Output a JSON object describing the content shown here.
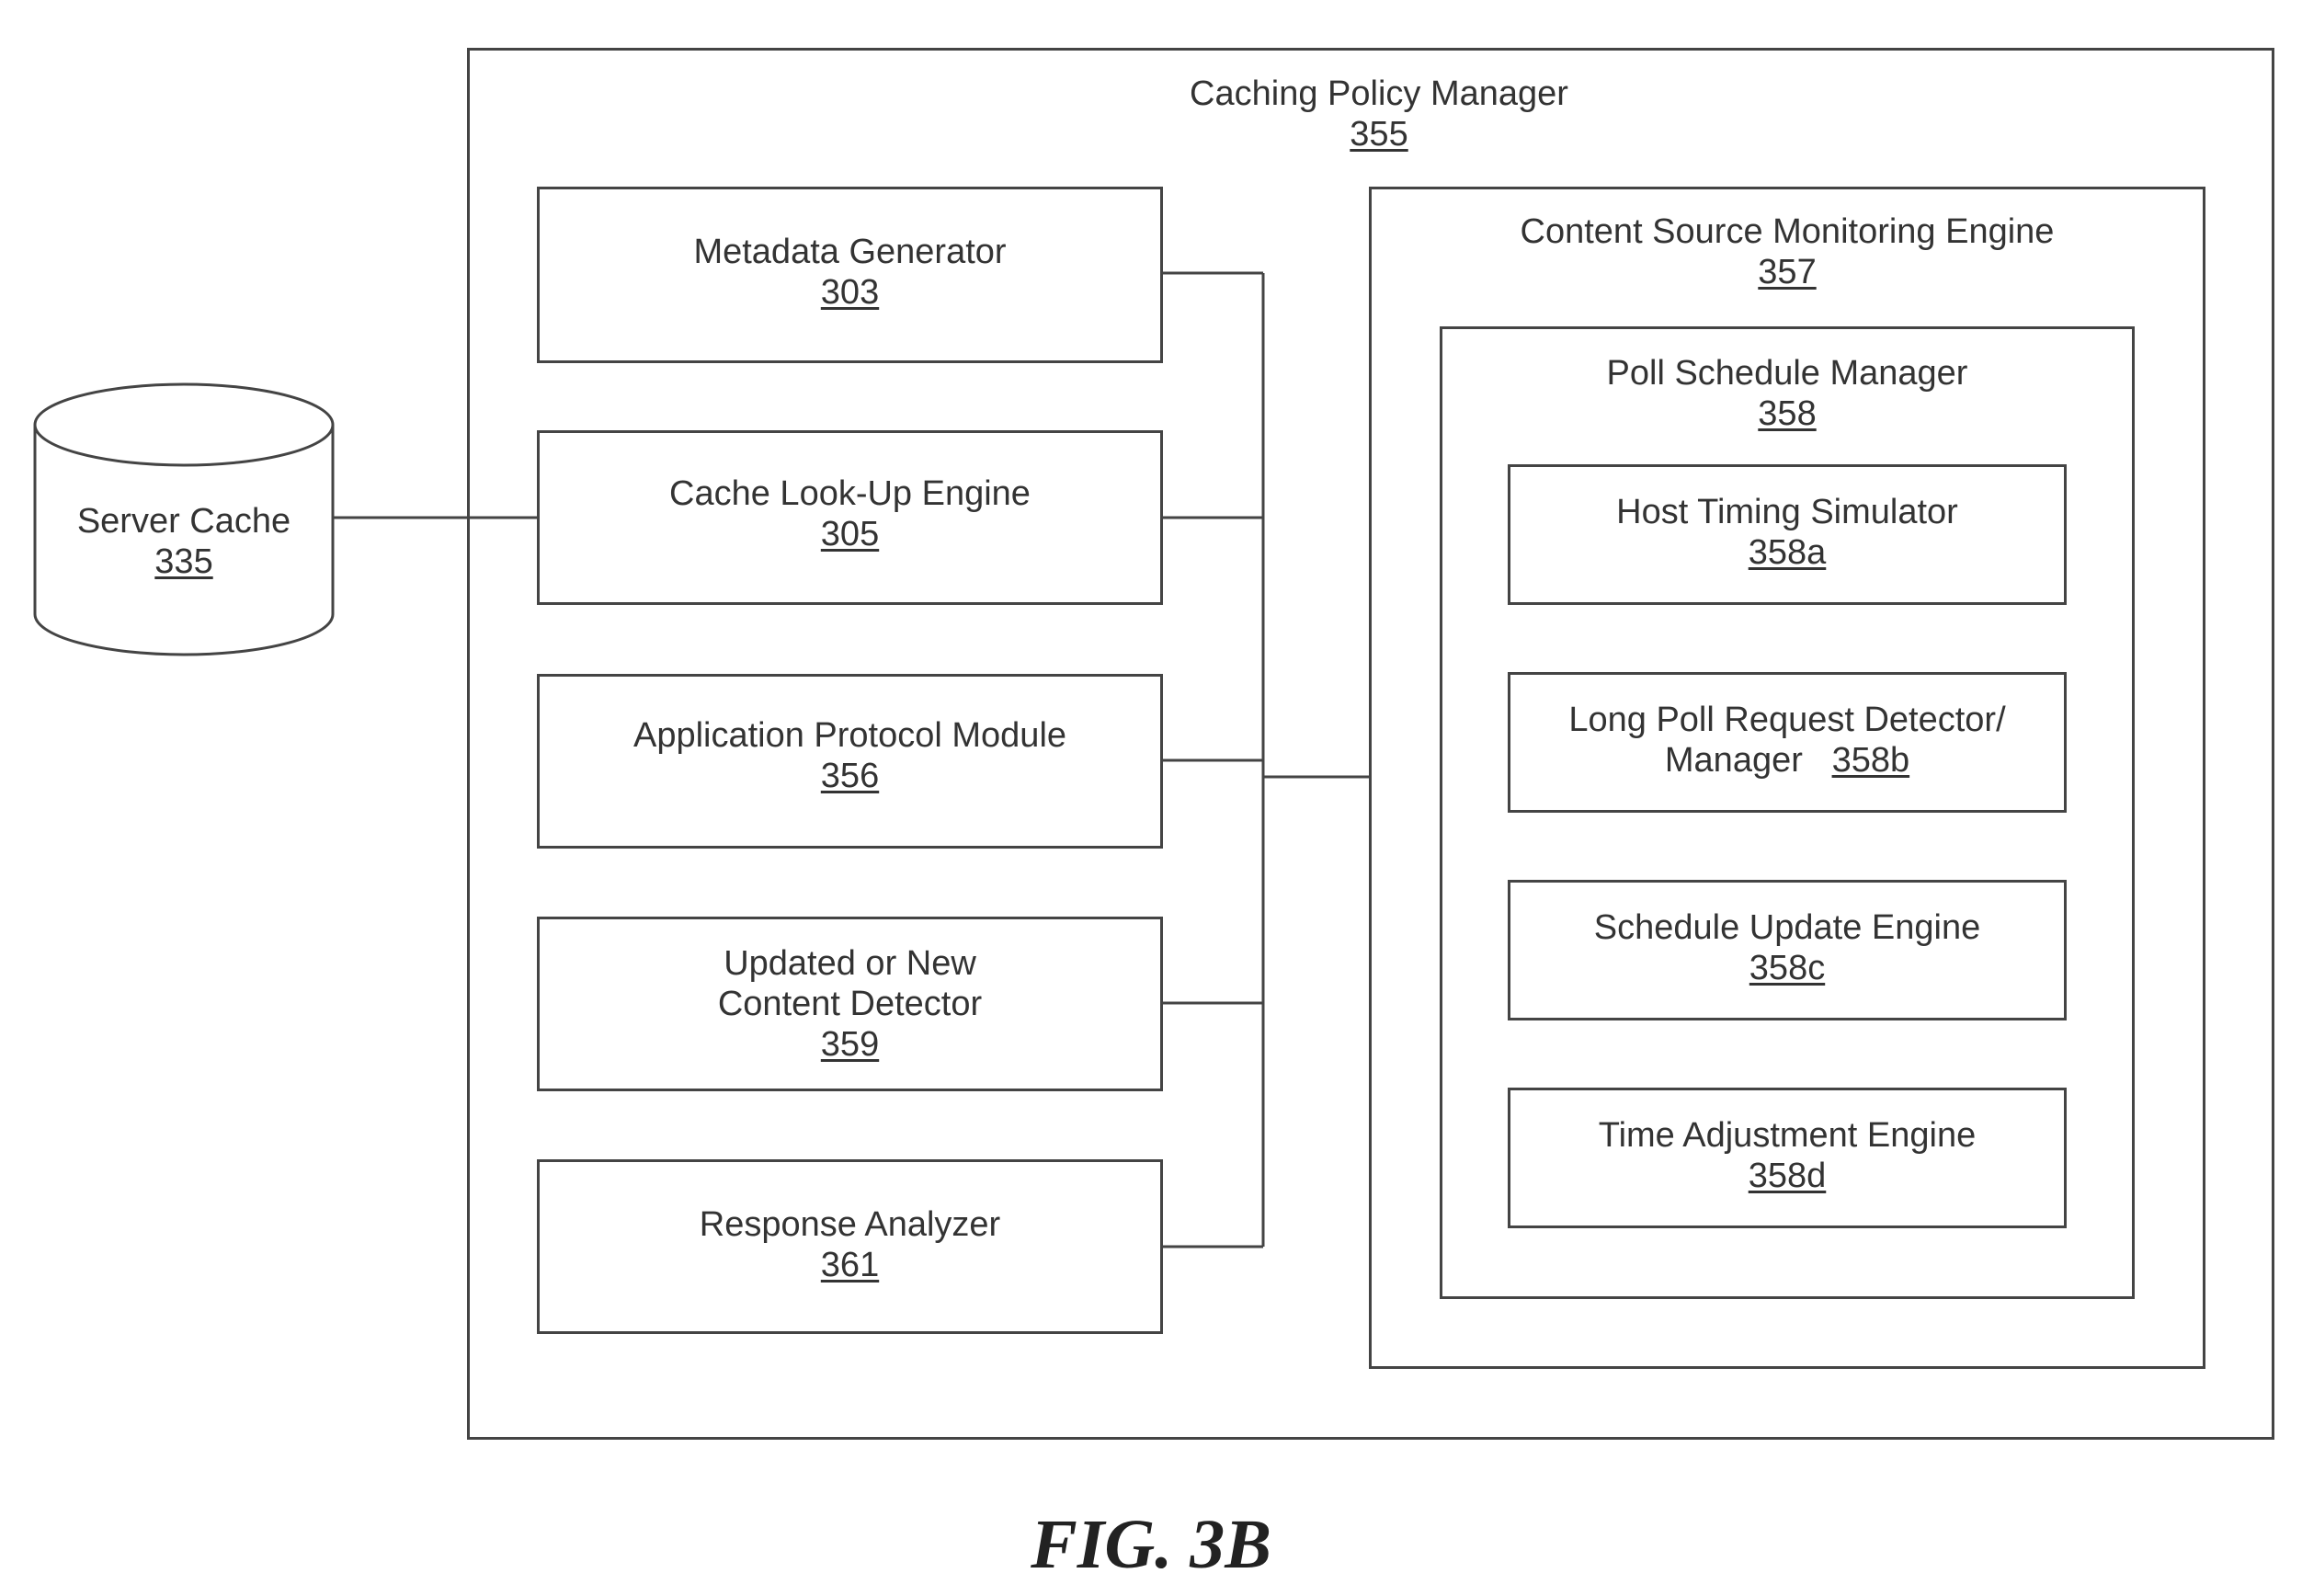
{
  "server_cache": {
    "title": "Server Cache",
    "ref": "335"
  },
  "caching_policy_manager": {
    "title": "Caching Policy Manager",
    "ref": "355"
  },
  "left_modules": [
    {
      "title": "Metadata Generator",
      "ref": "303"
    },
    {
      "title": "Cache Look-Up Engine",
      "ref": "305"
    },
    {
      "title": "Application Protocol Module",
      "ref": "356"
    },
    {
      "title_line1": "Updated or New",
      "title_line2": "Content Detector",
      "ref": "359"
    },
    {
      "title": "Response Analyzer",
      "ref": "361"
    }
  ],
  "content_source_monitoring_engine": {
    "title": "Content Source Monitoring Engine",
    "ref": "357"
  },
  "poll_schedule_manager": {
    "title": "Poll Schedule Manager",
    "ref": "358"
  },
  "poll_components": [
    {
      "title": "Host Timing Simulator",
      "ref": "358a"
    },
    {
      "title_line1": "Long Poll Request Detector/",
      "title_line2": "Manager",
      "ref": "358b"
    },
    {
      "title": "Schedule Update Engine",
      "ref": "358c"
    },
    {
      "title": "Time Adjustment Engine",
      "ref": "358d"
    }
  ],
  "figure_caption": "FIG. 3B"
}
